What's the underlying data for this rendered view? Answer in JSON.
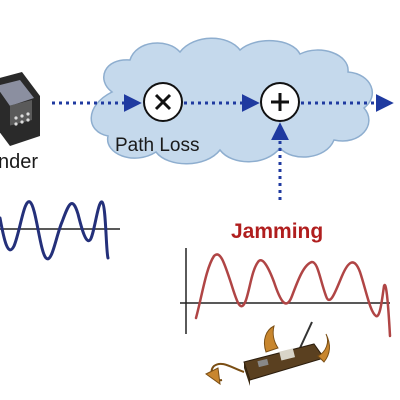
{
  "labels": {
    "sender": "nder",
    "path_loss": "Path Loss",
    "jamming": "Jamming"
  },
  "colors": {
    "cloud": "#c5d9ec",
    "cloud_edge": "#8eaecf",
    "arrow": "#1f3aa0",
    "sender_wave": "#24307a",
    "jam_wave": "#b04545",
    "jam_label": "#b01e1e",
    "axis": "#222222"
  },
  "icons": {
    "multiply": "multiply-icon",
    "add": "plus-icon",
    "sender_device": "handheld-device-icon",
    "jammer_device": "jammer-device-icon"
  }
}
